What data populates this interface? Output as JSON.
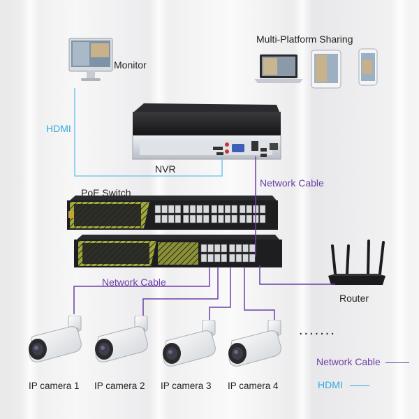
{
  "labels": {
    "monitor": "Monitor",
    "sharing": "Multi-Platform Sharing",
    "hdmi": "HDMI",
    "nvr": "NVR",
    "network_cable_top": "Network Cable",
    "poe_switch": "PoE Switch",
    "network_cable_mid": "Network Cable",
    "router": "Router",
    "dots": ".......",
    "legend_network": "Network Cable",
    "legend_hdmi": "HDMI"
  },
  "cameras": [
    "IP camera 1",
    "IP camera 2",
    "IP camera 3",
    "IP camera 4"
  ],
  "colors": {
    "network_cable": "#6d3fa8",
    "hdmi": "#2fa8e0",
    "device_dark": "#1f1f22",
    "switch_accent": "#b9c23a"
  }
}
